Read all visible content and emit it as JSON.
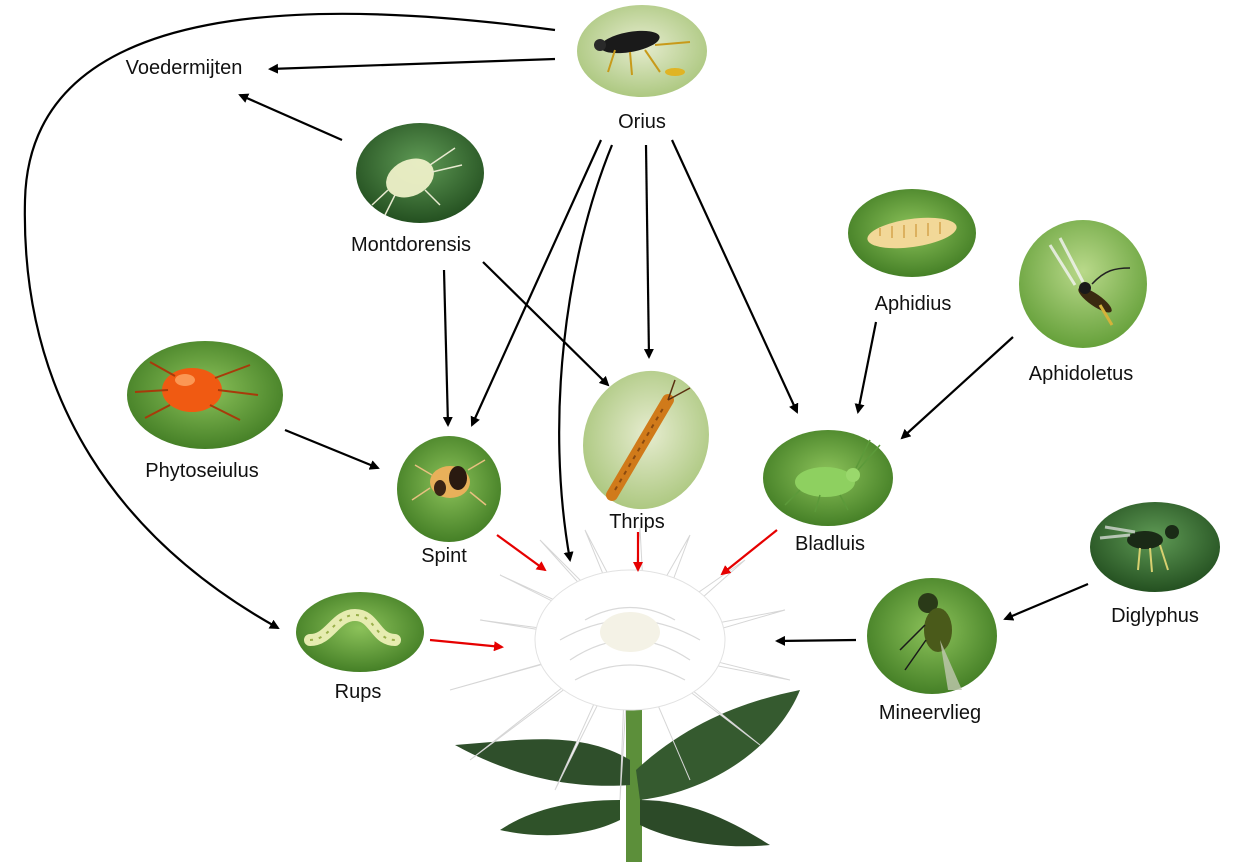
{
  "nodes": {
    "voedermijten": {
      "label": "Voedermijten"
    },
    "orius": {
      "label": "Orius"
    },
    "montdorensis": {
      "label": "Montdorensis"
    },
    "aphidius": {
      "label": "Aphidius"
    },
    "aphidoletus": {
      "label": "Aphidoletus"
    },
    "phytoseiulus": {
      "label": "Phytoseiulus"
    },
    "spint": {
      "label": "Spint"
    },
    "thrips": {
      "label": "Thrips"
    },
    "bladluis": {
      "label": "Bladluis"
    },
    "diglyphus": {
      "label": "Diglyphus"
    },
    "mineervlieg": {
      "label": "Mineervlieg"
    },
    "rups": {
      "label": "Rups"
    }
  },
  "colors": {
    "arrow": "#000000",
    "pest_arrow": "#e60000",
    "leaf": "#4f8f2e",
    "flower": "#ffffff"
  },
  "edges": [
    {
      "from": "orius",
      "to": "voedermijten",
      "color": "black"
    },
    {
      "from": "orius",
      "to": "rups",
      "color": "black"
    },
    {
      "from": "montdorensis",
      "to": "voedermijten",
      "color": "black"
    },
    {
      "from": "montdorensis",
      "to": "spint",
      "color": "black"
    },
    {
      "from": "montdorensis",
      "to": "thrips",
      "color": "black"
    },
    {
      "from": "orius",
      "to": "spint",
      "color": "black"
    },
    {
      "from": "orius",
      "to": "flower",
      "color": "black"
    },
    {
      "from": "orius",
      "to": "thrips",
      "color": "black"
    },
    {
      "from": "orius",
      "to": "bladluis",
      "color": "black"
    },
    {
      "from": "aphidius",
      "to": "bladluis",
      "color": "black"
    },
    {
      "from": "aphidoletus",
      "to": "bladluis",
      "color": "black"
    },
    {
      "from": "phytoseiulus",
      "to": "spint",
      "color": "black"
    },
    {
      "from": "diglyphus",
      "to": "mineervlieg",
      "color": "black"
    },
    {
      "from": "mineervlieg",
      "to": "flower",
      "color": "black"
    },
    {
      "from": "spint",
      "to": "flower",
      "color": "red"
    },
    {
      "from": "thrips",
      "to": "flower",
      "color": "red"
    },
    {
      "from": "bladluis",
      "to": "flower",
      "color": "red"
    },
    {
      "from": "rups",
      "to": "flower",
      "color": "red"
    }
  ],
  "icons": {
    "orius": "bug-icon",
    "montdorensis": "mite-icon",
    "aphidius": "larva-icon",
    "aphidoletus": "wasp-icon",
    "phytoseiulus": "red-mite-icon",
    "spint": "spider-mite-icon",
    "thrips": "thrips-icon",
    "bladluis": "aphid-icon",
    "diglyphus": "wasp-icon",
    "mineervlieg": "fly-icon",
    "rups": "caterpillar-icon",
    "flower": "chrysanthemum-icon"
  }
}
